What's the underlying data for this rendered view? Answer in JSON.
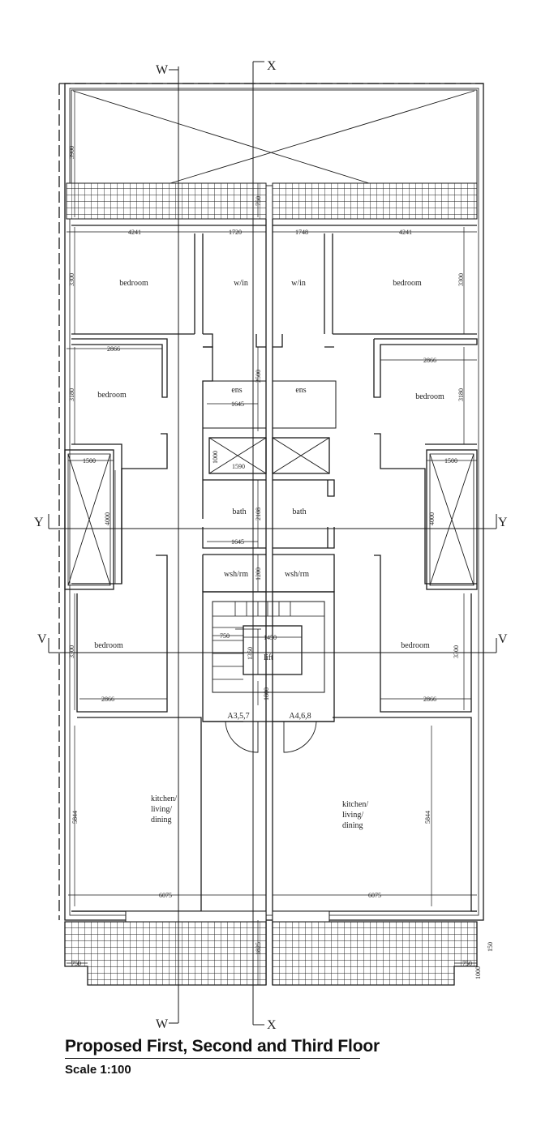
{
  "title": "Proposed First, Second and Third Floor",
  "scale": "Scale 1:100",
  "colors": {
    "line": "#1a1a1a",
    "paper": "#ffffff"
  },
  "section_marks": {
    "W": "W",
    "X": "X",
    "Y": "Y",
    "V": "V"
  },
  "rooms": {
    "bedroom": "bedroom",
    "wardrobe": "w/in",
    "ensuite": "ens",
    "bath": "bath",
    "wash_room": "wsh/rm",
    "lift": "lift",
    "kitchen_line1": "kitchen/",
    "kitchen_line2": "living/",
    "kitchen_line3": "dining",
    "apt_left": "A3,5,7",
    "apt_right": "A4,6,8"
  },
  "dims": {
    "d3900": "3900",
    "d750": "750",
    "d4241": "4241",
    "d1720": "1720",
    "d1748": "1748",
    "d3300": "3300",
    "d2866": "2866",
    "d3180": "3180",
    "d2500": "2500",
    "d1645": "1645",
    "d1000": "1000",
    "d1590": "1590",
    "d1500": "1500",
    "d4000": "4000",
    "d2108": "2108",
    "d1200": "1200",
    "d1450": "1450",
    "d1350": "1350",
    "d1800": "1800",
    "d5844": "5844",
    "d6075": "6075",
    "d1825": "1825",
    "d150": "150"
  }
}
